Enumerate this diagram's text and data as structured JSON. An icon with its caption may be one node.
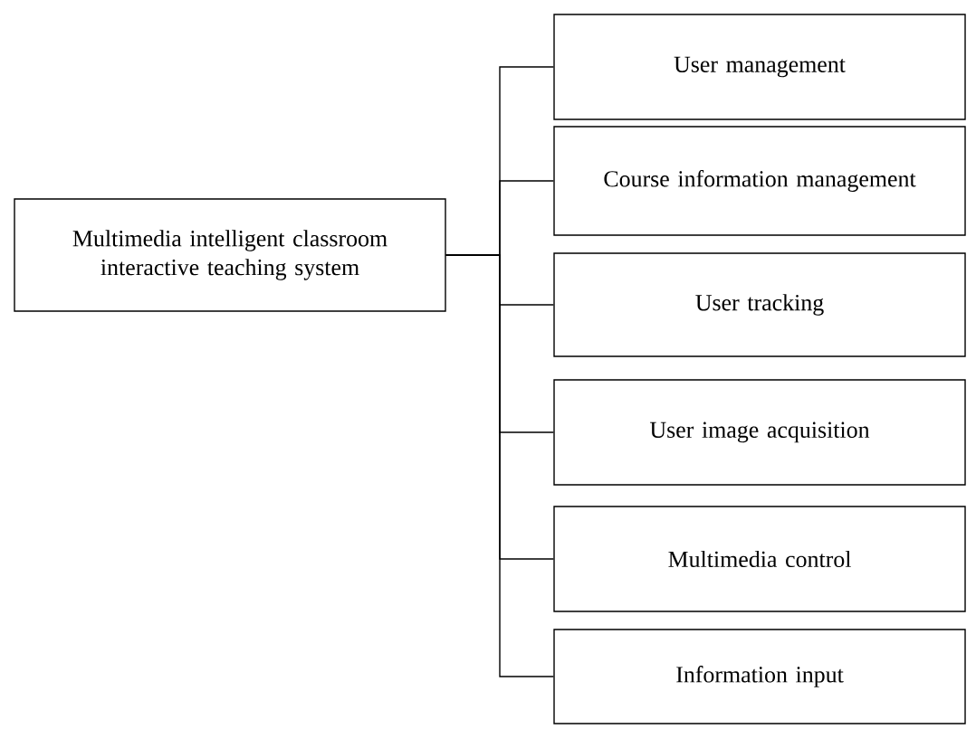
{
  "diagram": {
    "nodes": [
      {
        "text": [
          "Multimedia intelligent classroom interactive teaching system"
        ]
      },
      {
        "text": [
          "User management"
        ]
      },
      {
        "text": [
          "Course information management"
        ]
      },
      {
        "text": [
          "User tracking"
        ]
      },
      {
        "text": [
          "User image acquisition"
        ]
      },
      {
        "text": [
          "Multimedia control"
        ]
      },
      {
        "text": [
          "Information input"
        ]
      }
    ],
    "edges": [
      {
        "from": 0,
        "to": 1,
        "arrow": "none"
      },
      {
        "from": 0,
        "to": 2,
        "arrow": "none"
      },
      {
        "from": 0,
        "to": 3,
        "arrow": "none"
      },
      {
        "from": 0,
        "to": 4,
        "arrow": "none"
      },
      {
        "from": 0,
        "to": 5,
        "arrow": "none"
      },
      {
        "from": 0,
        "to": 6,
        "arrow": "none"
      }
    ]
  }
}
